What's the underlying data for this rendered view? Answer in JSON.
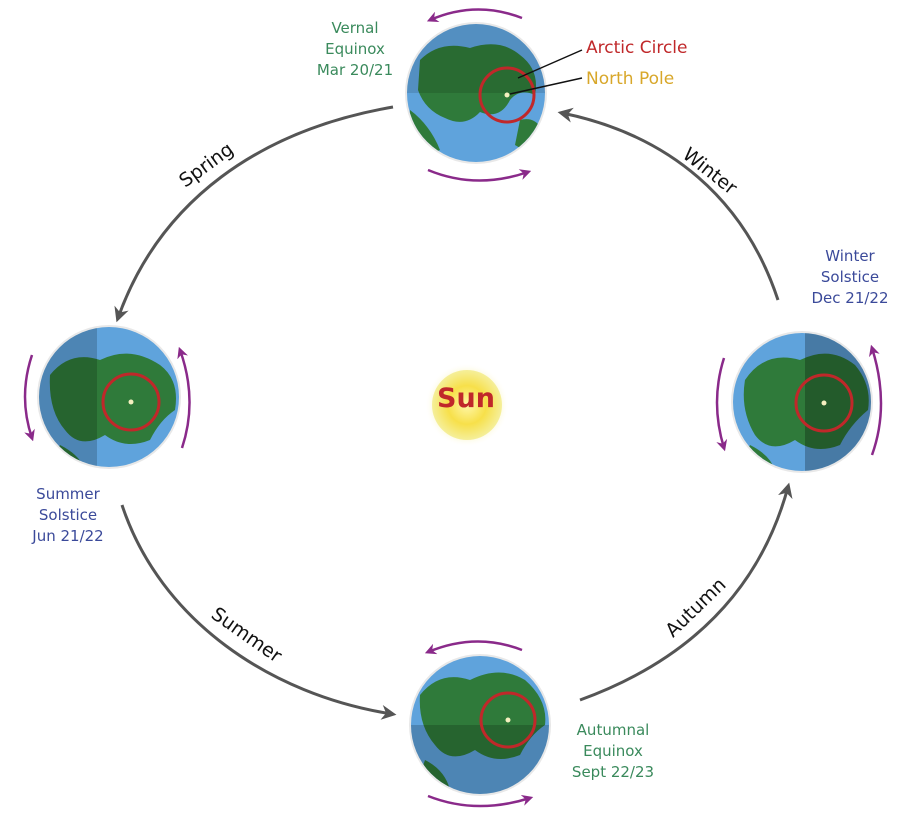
{
  "sun_label": "Sun",
  "seasons": {
    "spring": "Spring",
    "summer": "Summer",
    "autumn": "Autumn",
    "winter": "Winter"
  },
  "positions": {
    "vernal": [
      "Vernal",
      "Equinox",
      "Mar 20/21"
    ],
    "summer": [
      "Summer",
      "Solstice",
      "Jun 21/22"
    ],
    "autumnal": [
      "Autumnal",
      "Equinox",
      "Sept 22/23"
    ],
    "winter": [
      "Winter",
      "Solstice",
      "Dec 21/22"
    ]
  },
  "callouts": {
    "arctic_circle": "Arctic Circle",
    "north_pole": "North Pole"
  },
  "colors": {
    "equinox_text": "#3a8a5c",
    "solstice_text": "#3b4a9a",
    "arctic_circle": "#c0282a",
    "north_pole": "#d8a72a",
    "rotation_arrows": "#8a2a8a",
    "orbit_arrows": "#555555",
    "ocean": "#5fa3dc",
    "land": "#2f7a3a",
    "sun": "#f7e04a"
  }
}
